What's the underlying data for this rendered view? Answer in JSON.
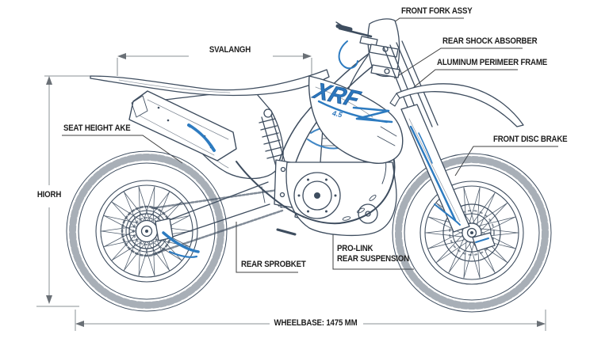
{
  "illustration": {
    "subject": "motocross dirt bike technical line drawing",
    "logo": "XRF",
    "logo_badge": "4.5"
  },
  "colors": {
    "background": "#ffffff",
    "line_art": "#3e4d5f",
    "accent_blue": "#2d7bc0",
    "label_text": "#1e1e1e",
    "dimension_line": "#8a9096"
  },
  "callouts": {
    "front_fork": "FRONT FORK ASSY",
    "rear_shock": "REAR SHOCK ABSORBER",
    "frame": "ALUMINUM PERIMEER FRAME",
    "front_brake": "FRONT DISC BRAKE",
    "seat_height": "SEAT HEIGHT AKE",
    "height": "HIORH",
    "top_span": "SVALANGH",
    "rear_sprocket": "REAR SPROBKET",
    "pro_link_line1": "PRO-LINK",
    "pro_link_line2": "REAR SUSPENSION",
    "wheelbase": "WHEELBASE: 1475 MM"
  },
  "dimensions": {
    "wheelbase_mm": 1475
  }
}
